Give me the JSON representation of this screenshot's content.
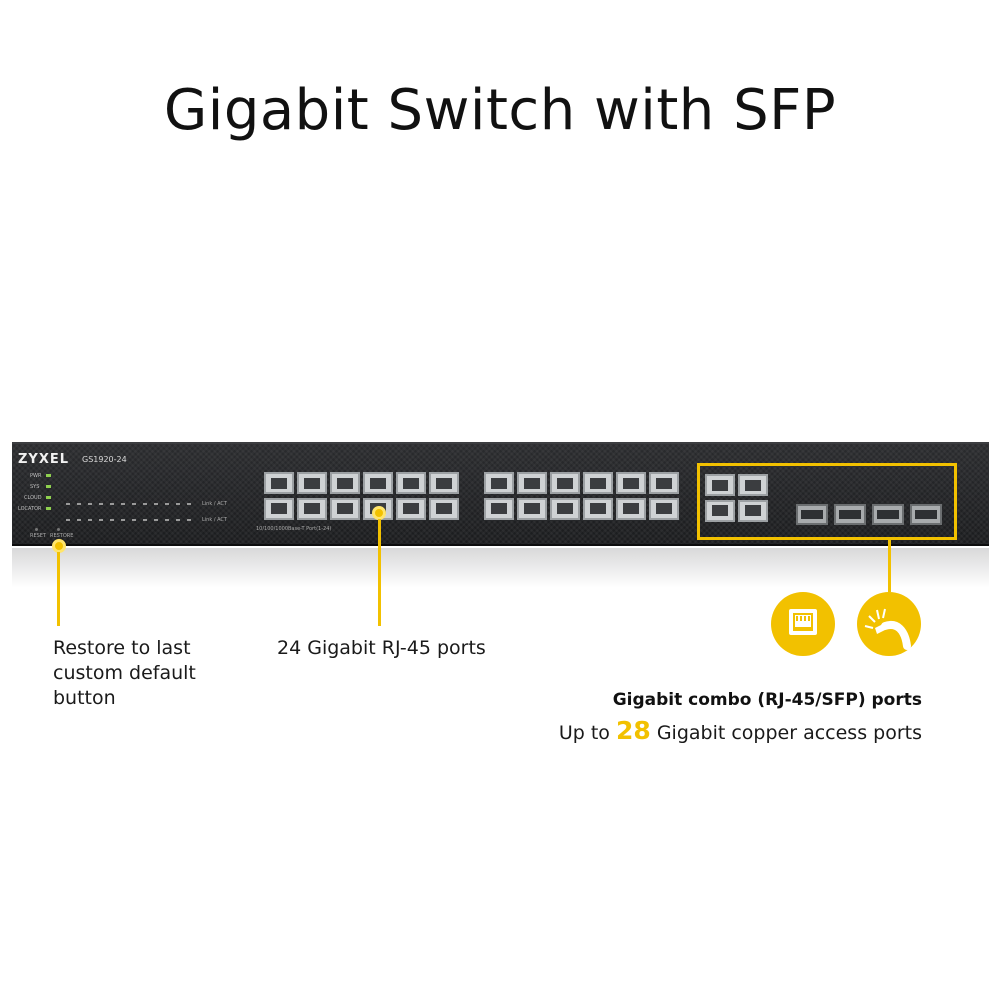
{
  "title": "Gigabit Switch with SFP",
  "device": {
    "brand": "ZYXEL",
    "model": "GS1920-24",
    "leds": [
      "PWR",
      "SYS",
      "CLOUD",
      "LOCATOR"
    ],
    "buttons": [
      "RESET",
      "RESTORE"
    ],
    "link_act_label": "Link / ACT",
    "port_caption": "10/100/1000Base-T Port(1-24)"
  },
  "callouts": {
    "restore": "Restore to last custom default button",
    "restore_lines": [
      "Restore to last",
      "custom default",
      "button"
    ],
    "rj45": "24 Gigabit RJ-45 ports",
    "combo_title": "Gigabit combo (RJ-45/SFP) ports",
    "combo_prefix": "Up to",
    "combo_count": "28",
    "combo_suffix": "Gigabit copper access ports"
  },
  "icons": [
    "ethernet-port-icon",
    "fiber-cable-icon"
  ],
  "colors": {
    "accent": "#f2c100",
    "chassis": "#1f2022",
    "led_green": "#8fd14f"
  }
}
